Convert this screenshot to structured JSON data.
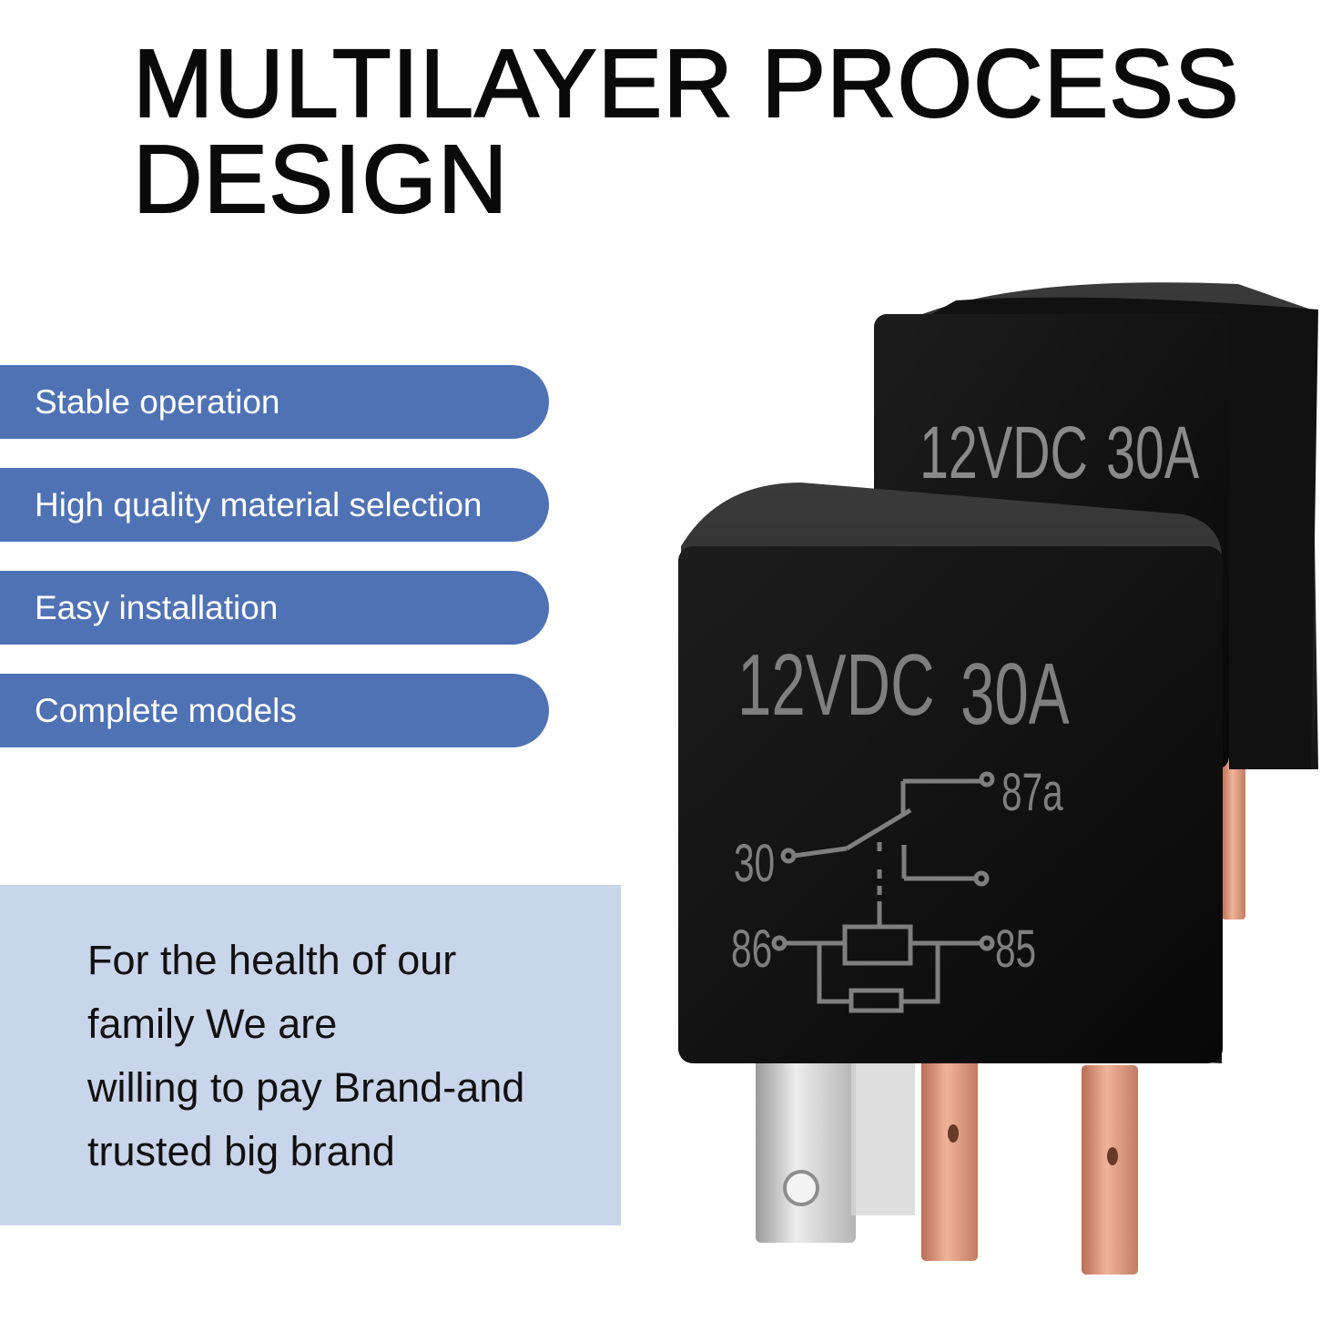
{
  "title": {
    "line1": "MULTILAYER PROCESS",
    "line2": "DESIGN"
  },
  "features": [
    {
      "label": "Stable operation"
    },
    {
      "label": "High quality material selection"
    },
    {
      "label": "Easy installation"
    },
    {
      "label": "Complete models"
    }
  ],
  "info": {
    "lines": [
      "For the health of our",
      "family We are",
      "willing to pay Brand-and",
      "trusted big brand"
    ]
  },
  "relay": {
    "rating_voltage": "12VDC",
    "rating_current": "30A",
    "pin_labels": {
      "nc": "87a",
      "com": "30",
      "coil_a": "86",
      "coil_b": "85"
    }
  },
  "colors": {
    "pill_bg": "#4f72b5",
    "info_bg": "#c9d5ea",
    "relay_body": "#111111",
    "terminal_copper": "#d9957a",
    "terminal_silver": "#c8c8c8"
  }
}
